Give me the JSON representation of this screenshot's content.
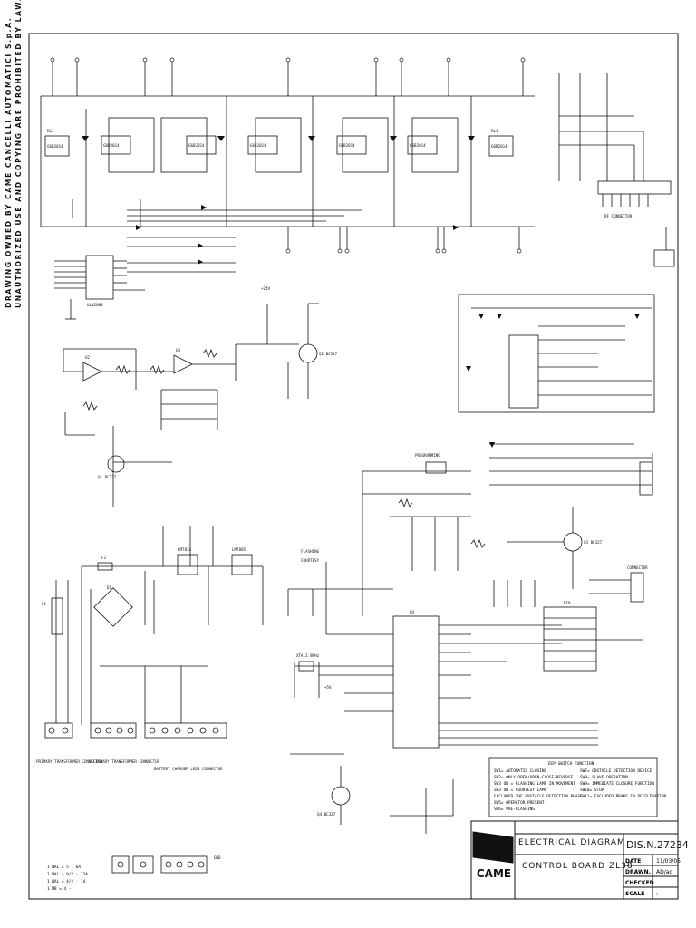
{
  "drawing": {
    "side_note_line1": "DRAWING OWNED BY CAME CANCELLI AUTOMATICI S.p.A.",
    "side_note_line2": "UNAUTHORIZED USE AND COPYING ARE PROHIBITED BY LAW."
  },
  "title_block": {
    "title_line1": "ELECTRICAL DIAGRAM",
    "title_line2": "CONTROL BOARD ZL38",
    "dis_number": "DIS.N.27234",
    "logo": "CAME",
    "rows": [
      {
        "label": "DATE",
        "value": "11/03/05"
      },
      {
        "label": "DRAWN.",
        "value": "AD/ad"
      },
      {
        "label": "CHECKED",
        "value": ""
      },
      {
        "label": "SCALE",
        "value": ":"
      }
    ]
  },
  "dip_switch_legend": {
    "heading": "DIP SWITCH FUNCTION",
    "left": [
      "SW1= AUTOMATIC CLOSING",
      "SW2= ONLY OPEN/OPEN-CLOSE-REVERSE",
      "SW3 ON = FLASHING LAMP IN MOVEMENT",
      "SW3 ON = COURTESY LAMP",
      "EXCLUDED THE OBSTACLE DETECTION PHASE",
      "SW5= OPERATOR PRESENT",
      "SW6= PRE-FLASHING"
    ],
    "right": [
      "SW7= OBSTACLE DETECTION DEVICE",
      "SW8= SLAVE OPERATION",
      "SW9= IMMEDIATE CLOSURE FUNCTION",
      "SW10= STOP",
      "SW11= EXCLUDED BRAKE IN DECELERATION"
    ]
  },
  "labels": {
    "u4": "U4",
    "xtal": "XTAL1 8MHz",
    "programming": "PROGRAMMING",
    "dip": "DIP",
    "connector": "CONNECTOR",
    "rf_connector": "RF CONNECTOR",
    "primary_transformer": "PRIMARY TRANSFORMER CONNECTOR",
    "secondary_transformer": "SECONDARY TRANSFORMER CONNECTOR",
    "battery_charger": "BATTERY CHARGER LEDS CONNECTOR",
    "flashing": "FLASHING",
    "courtesy": "COURTESY",
    "fuse_f1": "F1",
    "fuse_f2": "F2",
    "diode_bridge": "D1",
    "regulator_a": "LM7824",
    "regulator_b": "LM7805",
    "ic_uln": "ULN2003",
    "ic_u2": "U2",
    "ic_u3": "U3",
    "rl_a": "RL3",
    "rl_b": "RL1",
    "relay_1": "G6B2014",
    "relay_2": "G6B2014",
    "relay_3": "G6B2014",
    "relay_4": "G6B2014",
    "relay_5": "G6B2014",
    "relay_6": "G6B2014",
    "relay_7": "G6B2014",
    "q1": "Q1 BC327",
    "q2": "Q2 BC327",
    "q3": "Q3 BC327",
    "q4": "Q4 BC327",
    "plus24": "+24V",
    "plus5": "+5V",
    "gnd": "GND",
    "legend_1": "1 NAL = 5 - 6A",
    "legend_2": "1 NAL = 9/2 - 12A",
    "legend_3": "1 NAL = 4/2 - 14",
    "legend_4": "1 MB = 4 -"
  }
}
